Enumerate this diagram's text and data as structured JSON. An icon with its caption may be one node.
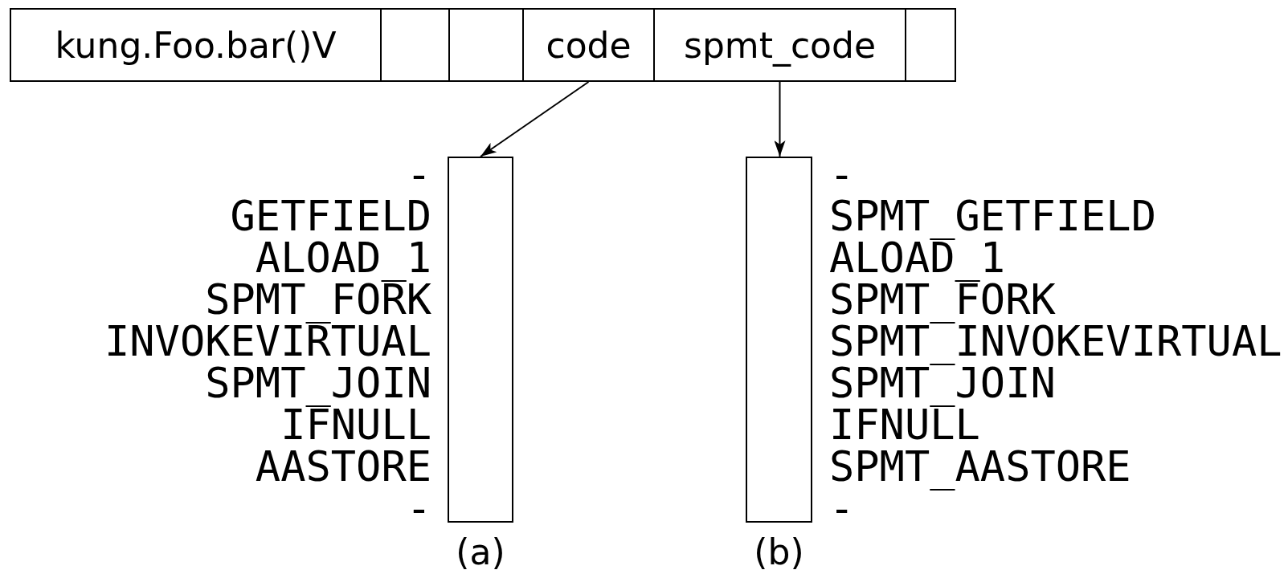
{
  "diagram": {
    "nodes": [
      {
        "text": [
          "kung.Foo.bar()V"
        ]
      },
      {
        "text": [],
        "shape": "box"
      },
      {
        "text": [],
        "shape": "box"
      },
      {
        "text": [
          "code"
        ]
      },
      {
        "text": [
          "spmt_code"
        ]
      },
      {
        "text": [],
        "shape": "box"
      },
      {
        "text": [],
        "shape": "box",
        "beside": [
          "-",
          "GETFIELD",
          "ALOAD_1",
          "SPMT_FORK",
          "INVOKEVIRTUAL",
          "SPMT_JOIN",
          "IFNULL",
          "AASTORE",
          "-",
          "(a)"
        ]
      },
      {
        "text": [],
        "shape": "box",
        "beside": [
          "-",
          "SPMT_GETFIELD",
          "ALOAD_1",
          "SPMT_FORK",
          "SPMT_INVOKEVIRTUAL",
          "SPMT_JOIN",
          "IFNULL",
          "SPMT_AASTORE",
          "-",
          "(b)"
        ]
      }
    ],
    "edges": [
      {
        "from": 3,
        "to": 6,
        "arrow": "to"
      },
      {
        "from": 4,
        "to": 7,
        "arrow": "to"
      }
    ]
  }
}
